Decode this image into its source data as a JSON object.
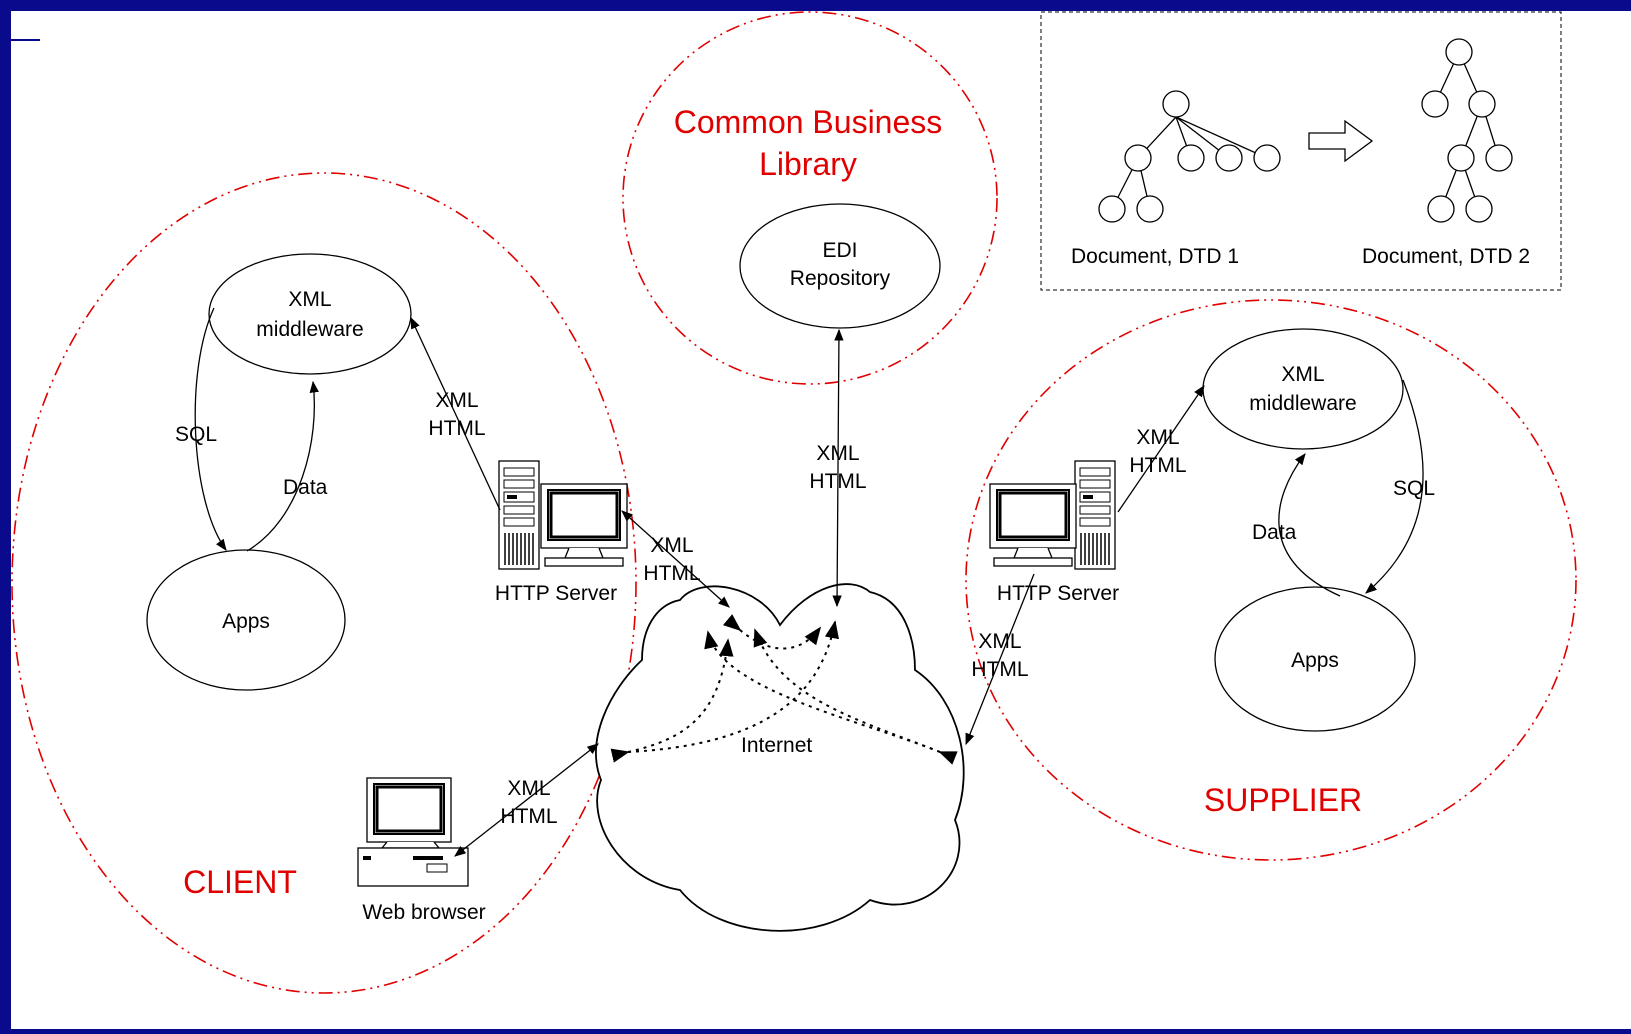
{
  "colors": {
    "slide_border": "#0a0a8c",
    "canvas": "#ffffff",
    "zone_outline": "#e00000",
    "zone_text": "#e00000",
    "ink": "#000000"
  },
  "zones": {
    "client": "CLIENT",
    "supplier": "SUPPLIER",
    "cbl_line1": "Common Business",
    "cbl_line2": "Library"
  },
  "nodes": {
    "client_middleware": [
      "XML",
      "middleware"
    ],
    "client_apps": "Apps",
    "supplier_middleware": [
      "XML",
      "middleware"
    ],
    "supplier_apps": "Apps",
    "edi_repository": [
      "EDI",
      "Repository"
    ],
    "internet": "Internet"
  },
  "computers": {
    "client_server": "HTTP Server",
    "supplier_server": "HTTP Server",
    "web_browser": "Web browser"
  },
  "edges": {
    "client_sql": "SQL",
    "client_data": "Data",
    "supplier_sql": "SQL",
    "supplier_data": "Data",
    "xml_html": [
      "XML",
      "HTML"
    ]
  },
  "transform": {
    "doc1": "Document, DTD 1",
    "doc2": "Document, DTD 2"
  },
  "icons": [
    "tower-server-icon",
    "desktop-computer-icon",
    "arrow-right-icon",
    "cloud-icon",
    "tree-icon"
  ]
}
